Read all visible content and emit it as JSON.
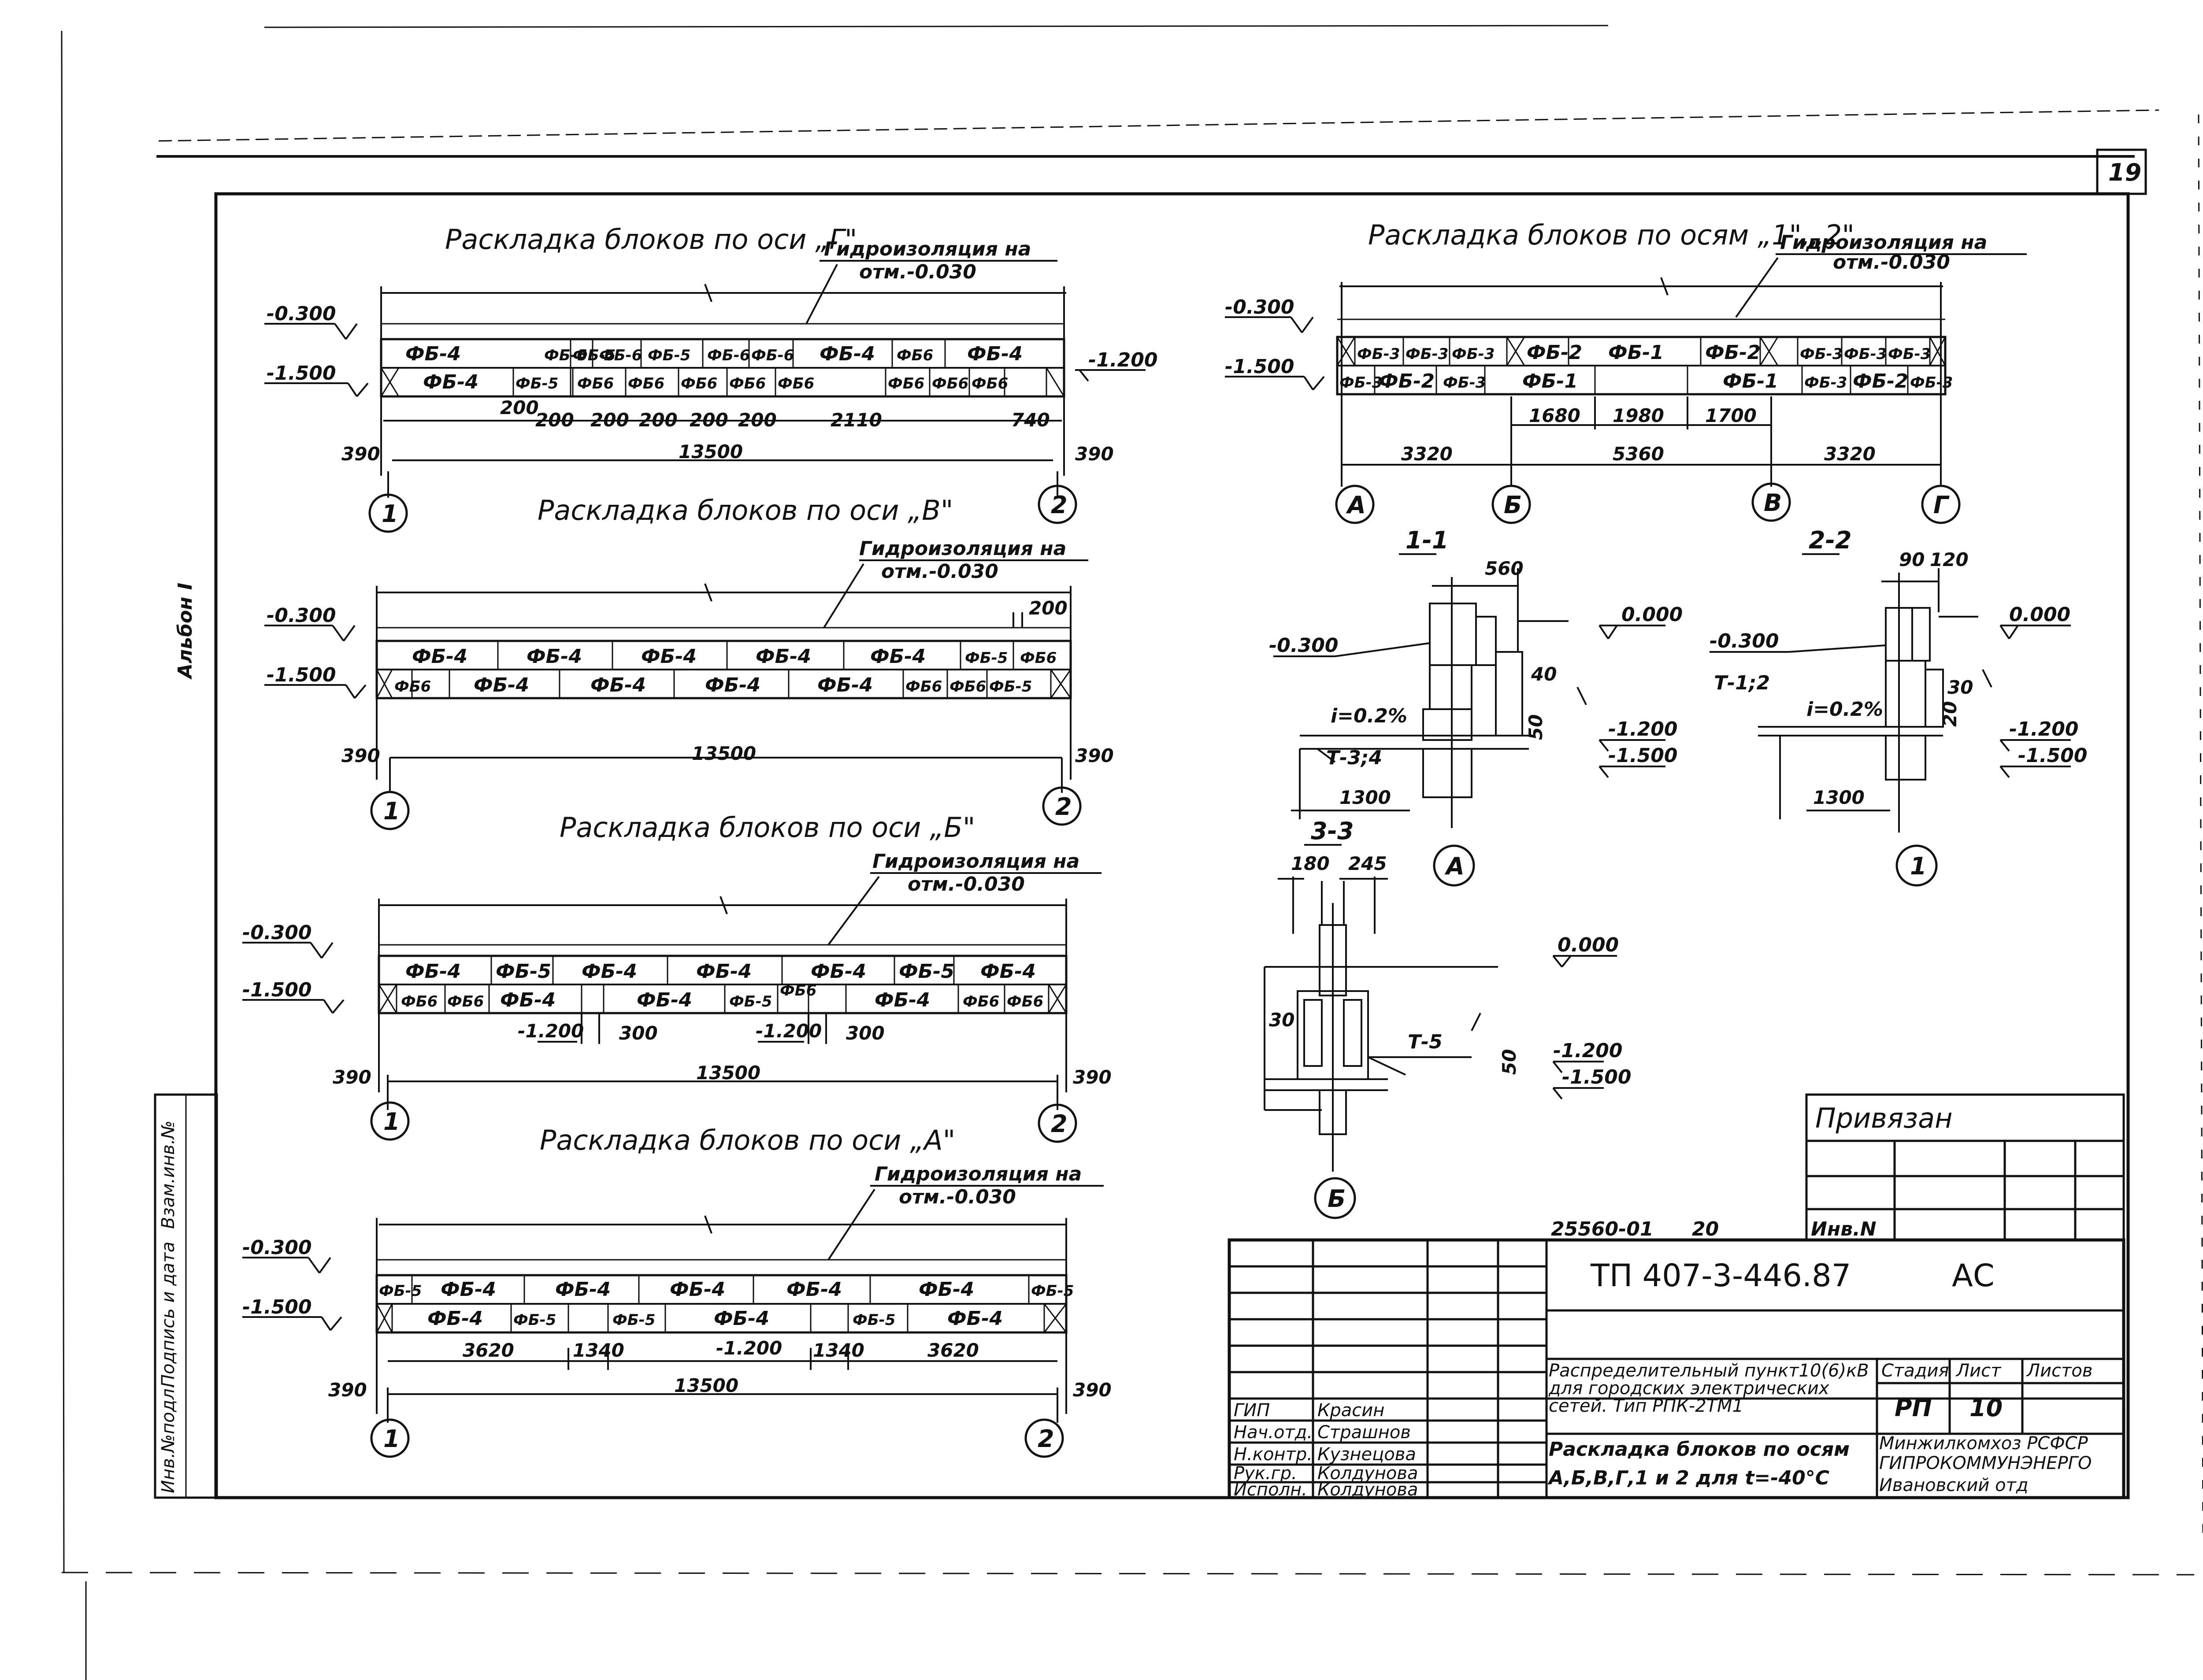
{
  "sheet": {
    "page_number": "19",
    "album_side": "Альбон I",
    "side_stamp": [
      "Инв.№подл.",
      "Подпись и дата",
      "Взам.инв.№"
    ]
  },
  "plans": [
    {
      "title": "Раскладка блоков по оси „Г\"",
      "waterproof": [
        "Гидроизоляция на",
        "отм.-0.030"
      ],
      "marks": [
        "-0.300",
        "-1.500",
        "-1.200"
      ],
      "top_row": [
        "ФБ-4",
        "ФБ-6",
        "ФБ-5",
        "ФБ-6",
        "ФБ-5",
        "ФБ-6",
        "ФБ-6",
        "ФБ-4",
        "ФБ6",
        "ФБ-4"
      ],
      "bottom_row": [
        "ФБ-4",
        "ФБ-5",
        "ФБ6",
        "ФБ6",
        "ФБ6",
        "ФБ6",
        "ФБ6",
        "ФБ6",
        "ФБ6",
        "ФБ6"
      ],
      "dims_inner": [
        "200",
        "200",
        "200",
        "200",
        "200",
        "200",
        "2110",
        "740"
      ],
      "dim_left": "390",
      "dim_total": "13500",
      "dim_right": "390",
      "axes": [
        "1",
        "2"
      ]
    },
    {
      "title": "Раскладка блоков по оси „В\"",
      "waterproof": [
        "Гидроизоляция на",
        "отм.-0.030"
      ],
      "marks": [
        "-0.300",
        "-1.500"
      ],
      "dim_top": "200",
      "top_row": [
        "ФБ-4",
        "ФБ-4",
        "ФБ-4",
        "ФБ-4",
        "ФБ-4",
        "ФБ-5",
        "ФБ6"
      ],
      "bottom_row": [
        "ФБ6",
        "ФБ-4",
        "ФБ-4",
        "ФБ-4",
        "ФБ-4",
        "ФБ6",
        "ФБ6",
        "ФБ-5"
      ],
      "dim_left": "390",
      "dim_total": "13500",
      "dim_right": "390",
      "axes": [
        "1",
        "2"
      ]
    },
    {
      "title": "Раскладка блоков по оси „Б\"",
      "waterproof": [
        "Гидроизоляция на",
        "отм.-0.030"
      ],
      "marks": [
        "-0.300",
        "-1.500"
      ],
      "top_row": [
        "ФБ-4",
        "ФБ-5",
        "ФБ-4",
        "ФБ-4",
        "ФБ-4",
        "ФБ-5",
        "ФБ-4"
      ],
      "bottom_row": [
        "ФБ6",
        "ФБ6",
        "ФБ-4",
        "ФБ-4",
        "ФБ-5",
        "ФБ6",
        "ФБ-4",
        "ФБ6",
        "ФБ6"
      ],
      "dims_inner": [
        "-1.200",
        "300",
        "-1.200",
        "300"
      ],
      "dim_left": "390",
      "dim_total": "13500",
      "dim_right": "390",
      "axes": [
        "1",
        "2"
      ]
    },
    {
      "title": "Раскладка блоков по оси „А\"",
      "waterproof": [
        "Гидроизоляция на",
        "отм.-0.030"
      ],
      "marks": [
        "-0.300",
        "-1.500"
      ],
      "top_row": [
        "ФБ-5",
        "ФБ-4",
        "ФБ-4",
        "ФБ-4",
        "ФБ-4",
        "ФБ-4",
        "ФБ-5"
      ],
      "bottom_row": [
        "ФБ-4",
        "ФБ-5",
        "ФБ-5",
        "ФБ-4",
        "ФБ-5",
        "ФБ-4"
      ],
      "dims_inner": [
        "3620",
        "1340",
        "-1.200",
        "1340",
        "3620"
      ],
      "dim_left": "390",
      "dim_total": "13500",
      "dim_right": "390",
      "axes": [
        "1",
        "2"
      ]
    }
  ],
  "plan_12": {
    "title": "Раскладка блоков по осям „1\",„2\"",
    "waterproof": [
      "Гидроизоляция на",
      "отм.-0.030"
    ],
    "marks": [
      "-0.300",
      "-1.500"
    ],
    "top_row": [
      "ФБ-3",
      "ФБ-3",
      "ФБ-3",
      "ФБ-2",
      "ФБ-1",
      "ФБ-2",
      "ФБ-3",
      "ФБ-3",
      "ФБ-3"
    ],
    "bottom_row": [
      "ФБ-3",
      "ФБ-2",
      "ФБ-3",
      "ФБ-1",
      "ФБ-1",
      "ФБ-3",
      "ФБ-2",
      "ФБ-3"
    ],
    "dims_inner": [
      "1680",
      "1980",
      "1700"
    ],
    "dims_outer": [
      "3320",
      "5360",
      "3320"
    ],
    "axes": [
      "А",
      "Б",
      "В",
      "Г"
    ]
  },
  "sections": {
    "s11": {
      "title": "1-1",
      "dims": [
        "560",
        "40",
        "50",
        "1300"
      ],
      "marks": [
        "0.000",
        "-0.300",
        "-1.200",
        "-1.500"
      ],
      "slope": "i=0.2%",
      "label": "Т-3;4",
      "axis": "А"
    },
    "s22": {
      "title": "2-2",
      "dims": [
        "90",
        "120",
        "30",
        "20",
        "1300"
      ],
      "marks": [
        "0.000",
        "-0.300",
        "-1.200",
        "-1.500"
      ],
      "slope": "i=0.2%",
      "label": "Т-1;2",
      "axis": "1"
    },
    "s33": {
      "title": "3-3",
      "dims": [
        "180",
        "245",
        "30",
        "50"
      ],
      "marks": [
        "0.000",
        "-1.200",
        "-1.500"
      ],
      "label": "Т-5",
      "axis": "Б"
    }
  },
  "title_block": {
    "bound_label": "Привязан",
    "inv_label": "Инв.N",
    "order_number": "25560-01",
    "order_sheet": "20",
    "code": "ТП 407-3-446.87",
    "mark": "АС",
    "project_desc": [
      "Распределительный пункт10(6)кВ",
      "для городских электрических",
      "сетей. Тип РПК-2ТМ1"
    ],
    "sheet_desc": [
      "Раскладка блоков по осям",
      "А,Б,В,Г,1 и 2 для t=-40°С"
    ],
    "stage_label": "Стадия",
    "sheet_label": "Лист",
    "sheets_label": "Листов",
    "stage": "РП",
    "sheet_no": "10",
    "org": [
      "Минжилкомхоз РСФСР",
      "ГИПРОКОММУНЭНЕРГО",
      "Ивановский отд"
    ],
    "staff": [
      {
        "role": "ГИП",
        "name": "Красин"
      },
      {
        "role": "Нач.отд.",
        "name": "Страшнов"
      },
      {
        "role": "Н.контр.",
        "name": "Кузнецова"
      },
      {
        "role": "Рук.гр.",
        "name": "Колдунова"
      },
      {
        "role": "Исполн.",
        "name": "Колдунова"
      }
    ]
  }
}
